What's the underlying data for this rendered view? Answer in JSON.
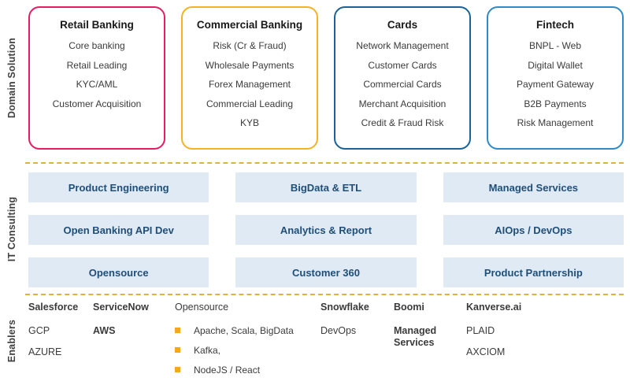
{
  "bands": [
    {
      "label": "Domain Solution"
    },
    {
      "label": "IT Consulting"
    },
    {
      "label": "Enablers"
    }
  ],
  "colors": {
    "retail_border": "#e8partial",
    "retail": "#e71d62",
    "commercial": "#f5b324",
    "cards": "#19629c",
    "fintech": "#2e8ac9",
    "consult_bg": "#dfeaf5",
    "consult_text": "#1f4e79",
    "divider": "#d9a520",
    "bullet": "#f5a81c"
  },
  "domain_solution": {
    "cards": [
      {
        "title": "Retail Banking",
        "border_color": "#e71d62",
        "items": [
          "Core banking",
          "Retail Leading",
          "KYC/AML",
          "Customer Acquisition"
        ]
      },
      {
        "title": "Commercial Banking",
        "border_color": "#f5b324",
        "items": [
          "Risk (Cr & Fraud)",
          "Wholesale Payments",
          "Forex Management",
          "Commercial Leading",
          "KYB"
        ]
      },
      {
        "title": "Cards",
        "border_color": "#19629c",
        "items": [
          "Network Management",
          "Customer Cards",
          "Commercial Cards",
          "Merchant Acquisition",
          "Credit & Fraud Risk"
        ]
      },
      {
        "title": "Fintech",
        "border_color": "#2e8ac9",
        "items": [
          "BNPL - Web",
          "Digital Wallet",
          "Payment Gateway",
          "B2B Payments",
          "Risk Management"
        ]
      }
    ]
  },
  "it_consulting": {
    "rows": [
      [
        "Product Engineering",
        "BigData & ETL",
        "Managed Services"
      ],
      [
        "Open Banking API Dev",
        "Analytics & Report",
        "AIOps / DevOps"
      ],
      [
        "Opensource",
        "Customer 360",
        "Product Partnership"
      ]
    ]
  },
  "enablers": {
    "columns": [
      {
        "head": "Salesforce",
        "head_bold": true,
        "items": [
          {
            "text": "GCP",
            "bold": false
          },
          {
            "text": "AZURE",
            "bold": false
          }
        ]
      },
      {
        "head": "ServiceNow",
        "head_bold": true,
        "items": [
          {
            "text": "AWS",
            "bold": true
          }
        ]
      },
      {
        "head": "Opensource",
        "head_bold": false,
        "bullets": [
          "Apache, Scala, BigData",
          "Kafka,",
          "NodeJS / React"
        ]
      },
      {
        "head": "Snowflake",
        "head_bold": true,
        "items": [
          {
            "text": "DevOps",
            "bold": false
          }
        ]
      },
      {
        "head": "Boomi",
        "head_bold": true,
        "items": [
          {
            "text": "Managed",
            "bold": true
          },
          {
            "text": "Services",
            "bold": true
          }
        ]
      },
      {
        "head": "Kanverse.ai",
        "head_bold": true,
        "items": [
          {
            "text": "PLAID",
            "bold": false
          },
          {
            "text": "AXCIOM",
            "bold": false
          }
        ]
      }
    ]
  }
}
